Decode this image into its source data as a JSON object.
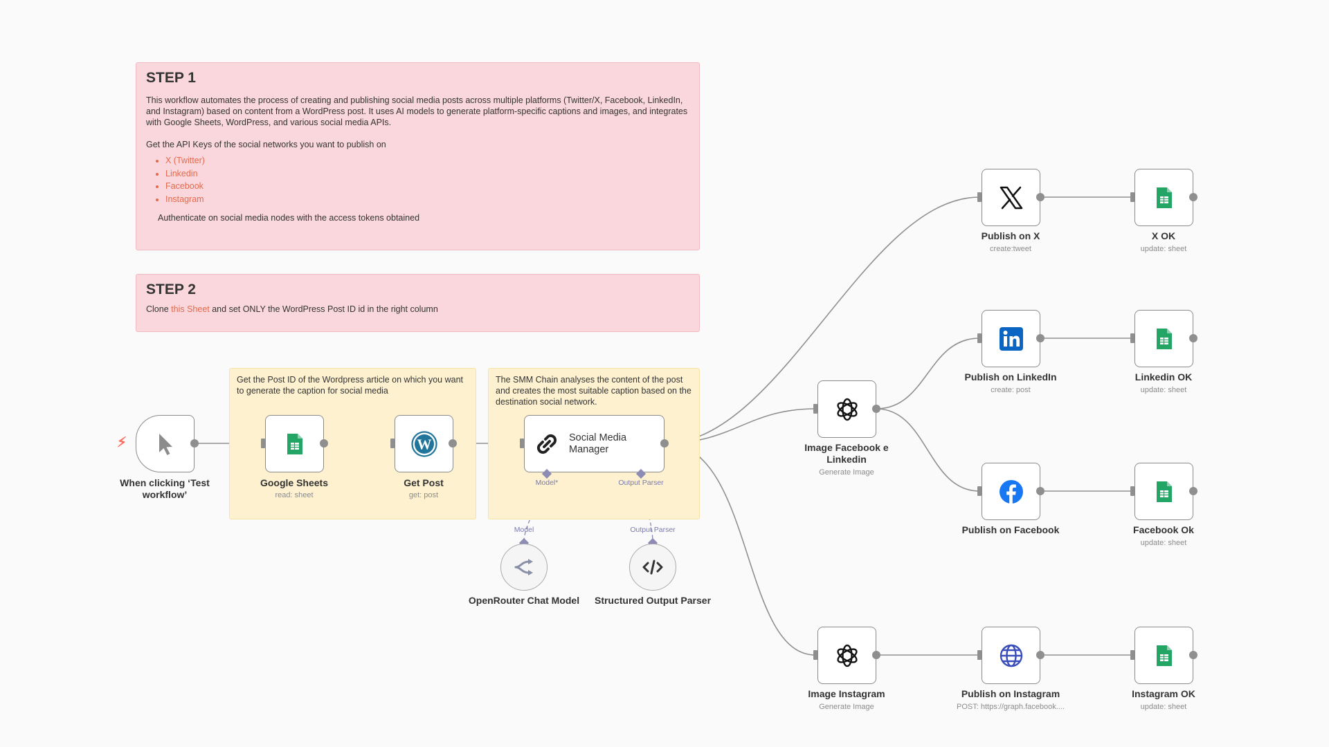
{
  "step1": {
    "title": "STEP 1",
    "description": "This workflow automates the process of creating and publishing social media posts across multiple platforms (Twitter/X, Facebook, LinkedIn, and Instagram) based on content from a WordPress post. It uses AI models to generate platform-specific captions and images, and integrates with Google Sheets, WordPress, and various social media APIs.",
    "api_keys_text": "Get the API Keys of the social networks you want to publish on",
    "links": [
      "X (Twitter)",
      "Linkedin",
      "Facebook",
      "Instagram"
    ],
    "auth_text": "Authenticate on social media nodes with the access tokens obtained"
  },
  "step2": {
    "title": "STEP 2",
    "text_before": "Clone",
    "link": "this Sheet",
    "text_after": "and set ONLY the WordPress Post ID id in the right column"
  },
  "note_post_id": "Get the Post ID of the Wordpress article on which you want to generate the caption for social media",
  "note_smm": "The SMM Chain analyses the content of the post and creates the most suitable caption based on the destination social network.",
  "nodes": {
    "trigger": {
      "label": "When clicking ‘Test workflow’",
      "icon": "cursor-icon"
    },
    "google_sheets": {
      "label": "Google Sheets",
      "sub": "read: sheet",
      "icon": "google-sheets-icon"
    },
    "get_post": {
      "label": "Get Post",
      "sub": "get: post",
      "icon": "wordpress-icon"
    },
    "smm": {
      "label": "Social Media Manager",
      "icon": "chain-link-icon",
      "port_model": "Model*",
      "port_parser": "Output Parser"
    },
    "openrouter": {
      "label": "OpenRouter Chat Model",
      "port": "Model",
      "icon": "openrouter-icon"
    },
    "parser": {
      "label": "Structured Output Parser",
      "port": "Output Parser",
      "icon": "code-icon"
    },
    "image_fb_li": {
      "label": "Image Facebook e Linkedin",
      "sub": "Generate Image",
      "icon": "openai-icon"
    },
    "image_ig": {
      "label": "Image Instagram",
      "sub": "Generate Image",
      "icon": "openai-icon"
    },
    "publish_x": {
      "label": "Publish on X",
      "sub": "create:tweet",
      "icon": "x-logo-icon"
    },
    "publish_li": {
      "label": "Publish on LinkedIn",
      "sub": "create: post",
      "icon": "linkedin-icon"
    },
    "publish_fb": {
      "label": "Publish on Facebook",
      "sub": "",
      "icon": "facebook-icon"
    },
    "publish_ig": {
      "label": "Publish on Instagram",
      "sub": "POST: https://graph.facebook....",
      "icon": "globe-icon"
    },
    "x_ok": {
      "label": "X OK",
      "sub": "update: sheet",
      "icon": "google-sheets-icon"
    },
    "li_ok": {
      "label": "Linkedin OK",
      "sub": "update: sheet",
      "icon": "google-sheets-icon"
    },
    "fb_ok": {
      "label": "Facebook Ok",
      "sub": "update: sheet",
      "icon": "google-sheets-icon"
    },
    "ig_ok": {
      "label": "Instagram OK",
      "sub": "update: sheet",
      "icon": "google-sheets-icon"
    }
  },
  "colors": {
    "background": "#fafafa",
    "sticky_red": "#fad7dc",
    "sticky_yellow": "#fdf1cf",
    "link": "#e36a4d",
    "edge": "#8f8f8f",
    "sub_port": "#8c8cb5"
  }
}
